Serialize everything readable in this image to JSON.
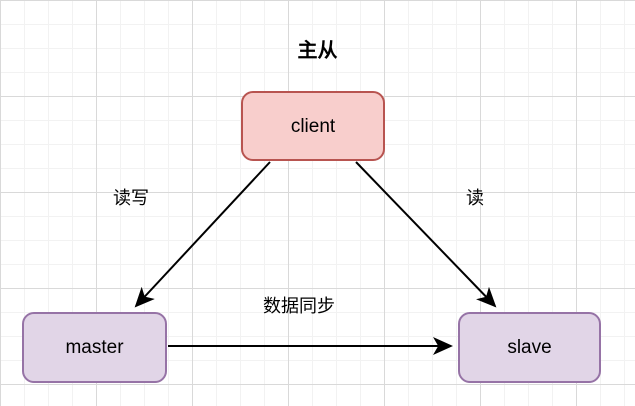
{
  "diagram": {
    "title": "主从",
    "type": "flowchart",
    "background": {
      "grid": true,
      "minor_grid_color": "#f2f2f2",
      "major_grid_color": "#d9d9d9",
      "canvas_color": "#ffffff"
    },
    "nodes": [
      {
        "id": "client",
        "label": "client",
        "shape": "rounded-rectangle",
        "fill": "#f8cecc",
        "stroke": "#b85450"
      },
      {
        "id": "master",
        "label": "master",
        "shape": "rounded-rectangle",
        "fill": "#e1d5e7",
        "stroke": "#9673a6"
      },
      {
        "id": "slave",
        "label": "slave",
        "shape": "rounded-rectangle",
        "fill": "#e1d5e7",
        "stroke": "#9673a6"
      }
    ],
    "edges": [
      {
        "id": "client-master",
        "from": "client",
        "to": "master",
        "label": "读写",
        "arrow": "single",
        "stroke": "#000000"
      },
      {
        "id": "client-slave",
        "from": "client",
        "to": "slave",
        "label": "读",
        "arrow": "single",
        "stroke": "#000000"
      },
      {
        "id": "master-slave",
        "from": "master",
        "to": "slave",
        "label": "数据同步",
        "arrow": "single",
        "stroke": "#000000"
      }
    ]
  }
}
